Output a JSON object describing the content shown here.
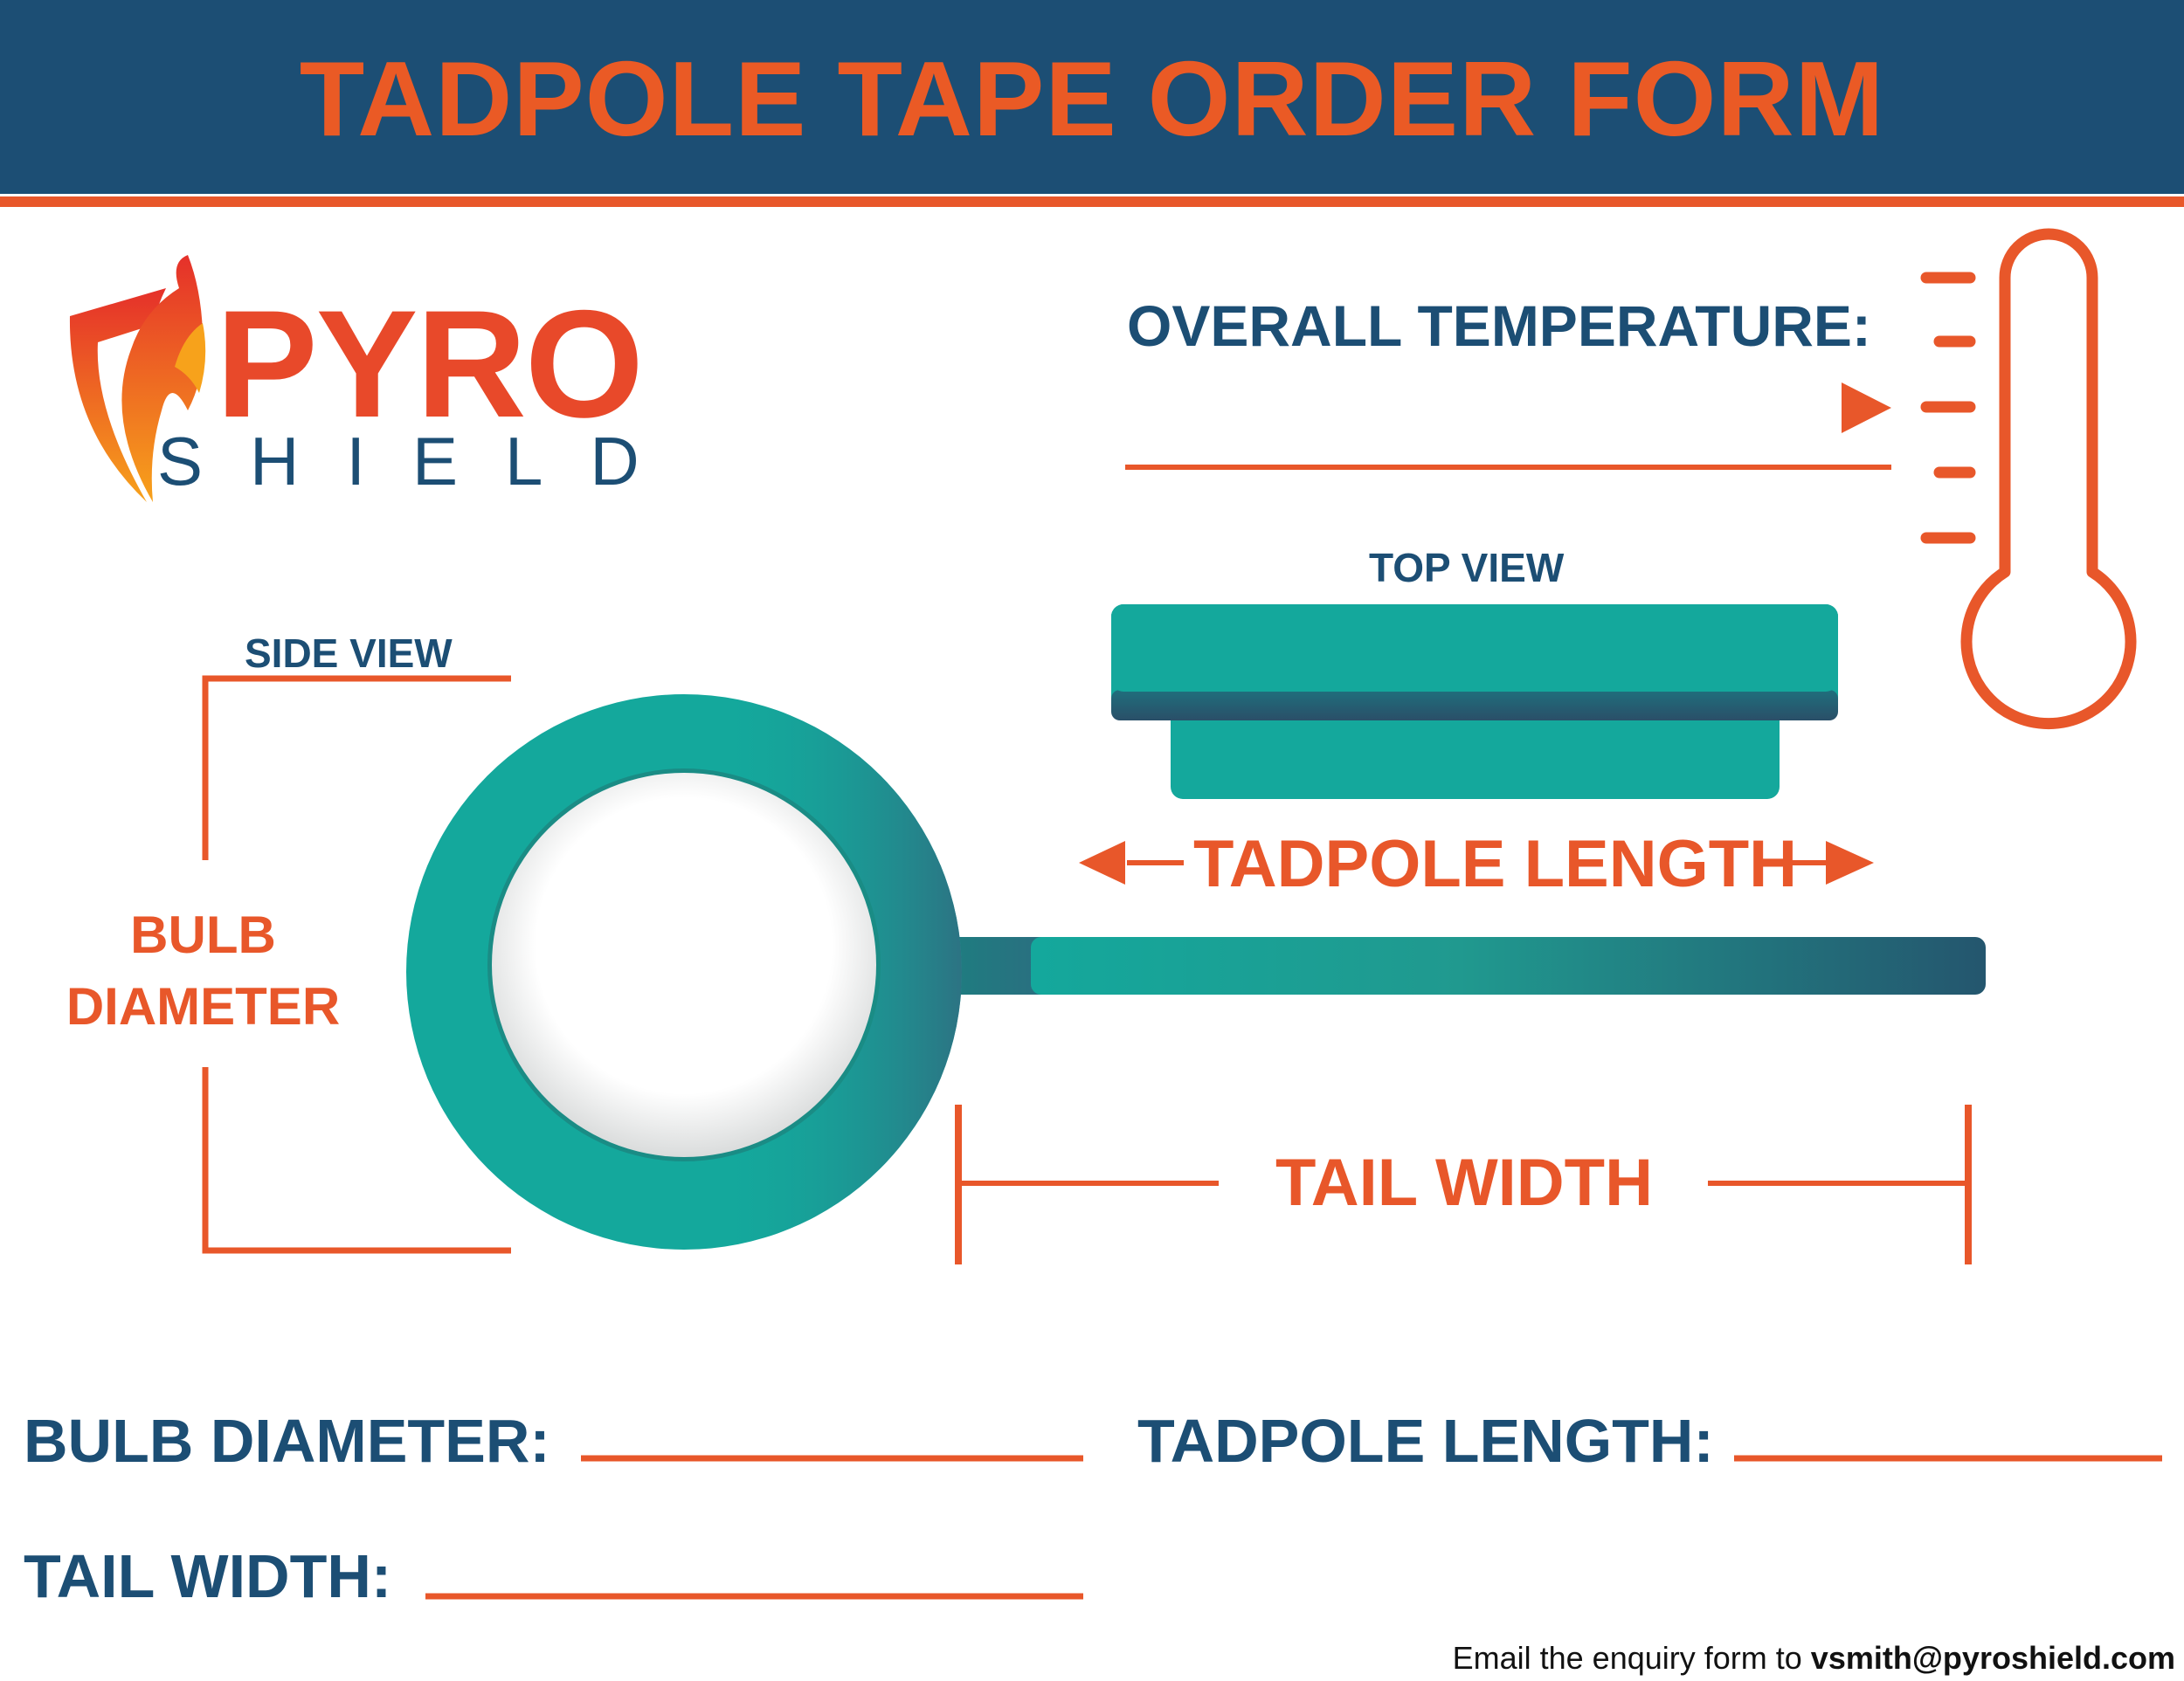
{
  "header": {
    "title": "TADPOLE TAPE ORDER FORM"
  },
  "logo": {
    "line1": "PYRO",
    "line2": "SHIELD",
    "icon": "flame-shield-icon"
  },
  "diagram": {
    "overall_temperature_label": "OVERALL TEMPERATURE:",
    "top_view_label": "TOP VIEW",
    "side_view_label": "SIDE VIEW",
    "bulb_diameter_label": "BULB DIAMETER",
    "tadpole_length_label": "TADPOLE LENGTH",
    "tail_width_label": "TAIL WIDTH",
    "thermometer_icon": "thermometer-icon"
  },
  "form": {
    "bulb_diameter_label": "BULB DIAMETER:",
    "tadpole_length_label": "TADPOLE LENGTH:",
    "tail_width_label": "TAIL WIDTH:",
    "bulb_diameter_value": "",
    "tadpole_length_value": "",
    "tail_width_value": "",
    "overall_temperature_value": ""
  },
  "footer": {
    "text": "Email the enquiry form to",
    "email": "vsmith@pyroshield.com"
  },
  "colors": {
    "navy": "#1c4e74",
    "orange": "#e8572a",
    "teal": "#14a89c"
  }
}
